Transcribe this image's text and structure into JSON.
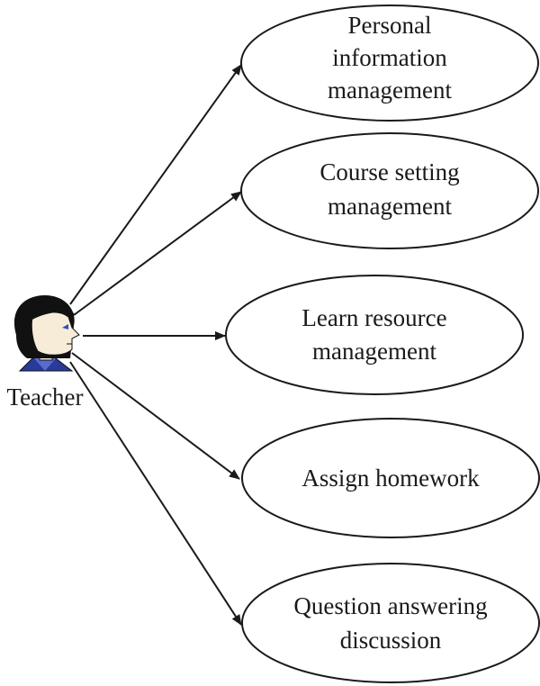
{
  "actor": {
    "label": "Teacher",
    "icon": "teacher-person-icon",
    "hair_color": "#111111",
    "collar_color": "#2a3a9a"
  },
  "use_cases": [
    {
      "id": "personal-information-management",
      "lines": [
        "Personal",
        "information",
        "management"
      ]
    },
    {
      "id": "course-setting-management",
      "lines": [
        "Course setting",
        "management"
      ]
    },
    {
      "id": "learn-resource-management",
      "lines": [
        "Learn resource",
        "management"
      ]
    },
    {
      "id": "assign-homework",
      "lines": [
        "Assign homework"
      ]
    },
    {
      "id": "question-answering-discussion",
      "lines": [
        "Question answering",
        "discussion"
      ]
    }
  ],
  "line_color": "#1a1a1a"
}
